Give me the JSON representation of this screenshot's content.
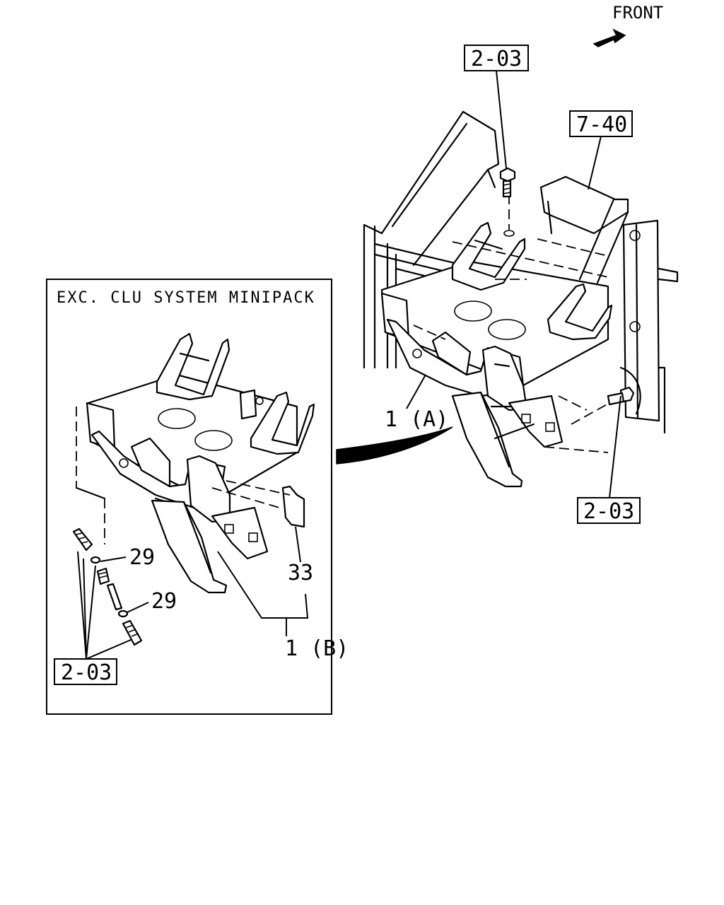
{
  "front_label": "FRONT",
  "inset_title": "EXC. CLU SYSTEM MINIPACK",
  "callouts": {
    "top_bolt_ref": "2-03",
    "crossmember_ref": "7-40",
    "side_bolt_ref": "2-03",
    "inset_bolt_ref": "2-03"
  },
  "labels": {
    "bracket_a": "1 (A)",
    "bracket_b": "1 (B)",
    "part_33": "33",
    "part_29_upper": "29",
    "part_29_lower": "29"
  }
}
